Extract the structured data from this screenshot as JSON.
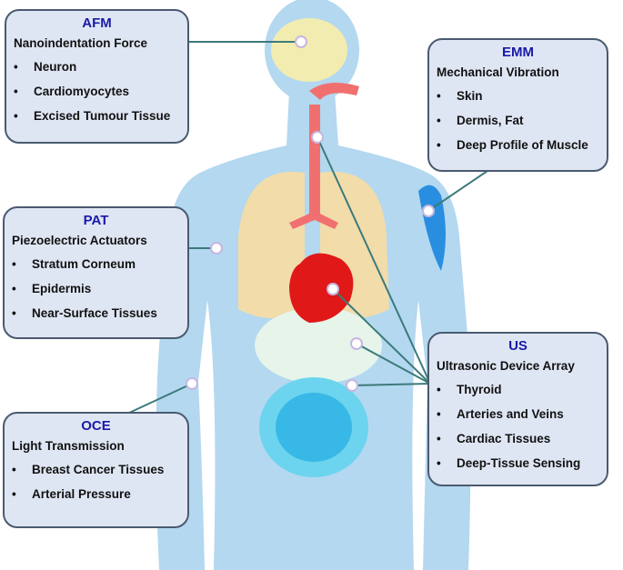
{
  "boxes": {
    "afm": {
      "title": "AFM",
      "subtitle": "Nanoindentation Force",
      "items": [
        "Neuron",
        "Cardiomyocytes",
        "Excised Tumour Tissue"
      ]
    },
    "emm": {
      "title": "EMM",
      "subtitle": "Mechanical Vibration",
      "items": [
        "Skin",
        "Dermis, Fat",
        "Deep Profile of Muscle"
      ]
    },
    "pat": {
      "title": "PAT",
      "subtitle": "Piezoelectric Actuators",
      "items": [
        "Stratum Corneum",
        "Epidermis",
        "Near-Surface Tissues"
      ]
    },
    "us": {
      "title": "US",
      "subtitle": "Ultrasonic Device Array",
      "items": [
        "Thyroid",
        "Arteries and Veins",
        "Cardiac Tissues",
        "Deep-Tissue Sensing"
      ]
    },
    "oce": {
      "title": "OCE",
      "subtitle": "Light Transmission",
      "items": [
        "Breast Cancer Tissues",
        "Arterial Pressure"
      ]
    }
  },
  "colors": {
    "body": "#a9d2ee",
    "title": "#1a1aa8",
    "box_fill": "#dfe6f3",
    "line": "#3c7a7a",
    "heart": "#e01818"
  }
}
